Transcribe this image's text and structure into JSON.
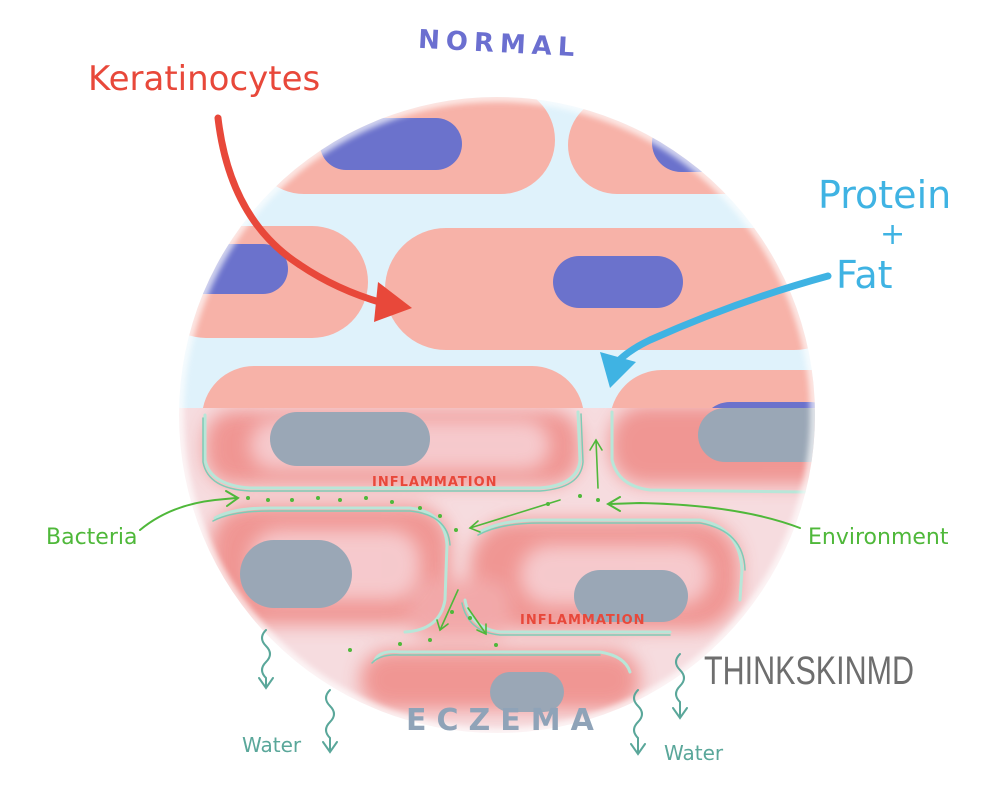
{
  "labels": {
    "normal": "NORMAL",
    "eczema": "ECZEMA",
    "keratinocytes": "Keratinocytes",
    "protein": "Protein",
    "plus": "+",
    "fat": "Fat",
    "bacteria": "Bacteria",
    "environment": "Environment",
    "inflammation_1": "INFLAMMATION",
    "inflammation_2": "INFLAMMATION",
    "water_left": "Water",
    "water_right": "Water",
    "brand": "THINKSKINMD"
  },
  "colors": {
    "normal_label": "#6b6fd0",
    "eczema_label": "#8fa3b8",
    "keratinocytes": "#e8483a",
    "protein_fat": "#3fb3e3",
    "bacteria_environment": "#4fb83a",
    "inflammation": "#e8483a",
    "water": "#5aa79a",
    "brand": "#6e6e6e",
    "cell_pink": "#f7b2a8",
    "nucleus_normal": "#6b72cc",
    "nucleus_eczema": "#9aa7b6",
    "lipid_bg": "#dff2fb",
    "cell_outline_eczema": "#b8e6d8"
  },
  "icons": [
    "keratinocytes-arrow",
    "protein-fat-arrow",
    "bacteria-arrow",
    "environment-arrow",
    "water-squiggle"
  ]
}
